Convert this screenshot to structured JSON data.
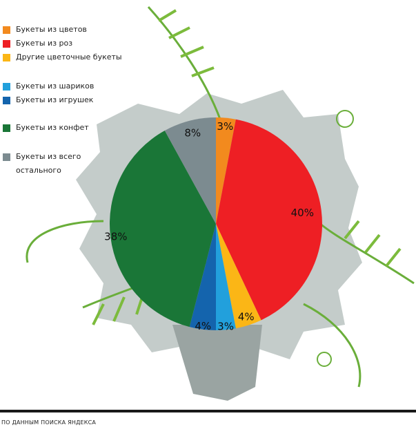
{
  "chart_data": {
    "type": "pie",
    "title": "",
    "start": "top",
    "direction": "clockwise",
    "slices": [
      {
        "name": "Букеты из цветов",
        "value": 3,
        "label": "3%",
        "color": "#f28a1e"
      },
      {
        "name": "Букеты из роз",
        "value": 40,
        "label": "40%",
        "color": "#ee1f24"
      },
      {
        "name": "Другие цветочные букеты",
        "value": 4,
        "label": "4%",
        "color": "#fbb616"
      },
      {
        "name": "Букеты из шариков",
        "value": 3,
        "label": "3%",
        "color": "#22a0dc"
      },
      {
        "name": "Букеты из игрушек",
        "value": 4,
        "label": "4%",
        "color": "#1464ad"
      },
      {
        "name": "Букеты из конфет",
        "value": 38,
        "label": "38%",
        "color": "#1a7637"
      },
      {
        "name": "Букеты из всего остального",
        "value": 8,
        "label": "8%",
        "color": "#7c8b90"
      }
    ],
    "legend_position": "top-left"
  },
  "legend": [
    {
      "line1": "Букеты из цветов",
      "color": "#f28a1e"
    },
    {
      "line1": "Букеты из роз",
      "color": "#ee1f24"
    },
    {
      "line1": "Другие цветочные букеты",
      "color": "#fbb616"
    },
    {
      "line1": "Букеты из шариков",
      "color": "#22a0dc"
    },
    {
      "line1": "Букеты из игрушек",
      "color": "#1464ad"
    },
    {
      "line1": "Букеты из конфет",
      "color": "#1a7637"
    },
    {
      "line1": "Букеты из всего",
      "line2": "остального",
      "color": "#7c8b90"
    }
  ],
  "source": "ПО ДАННЫМ ПОИСКА ЯНДЕКСА"
}
